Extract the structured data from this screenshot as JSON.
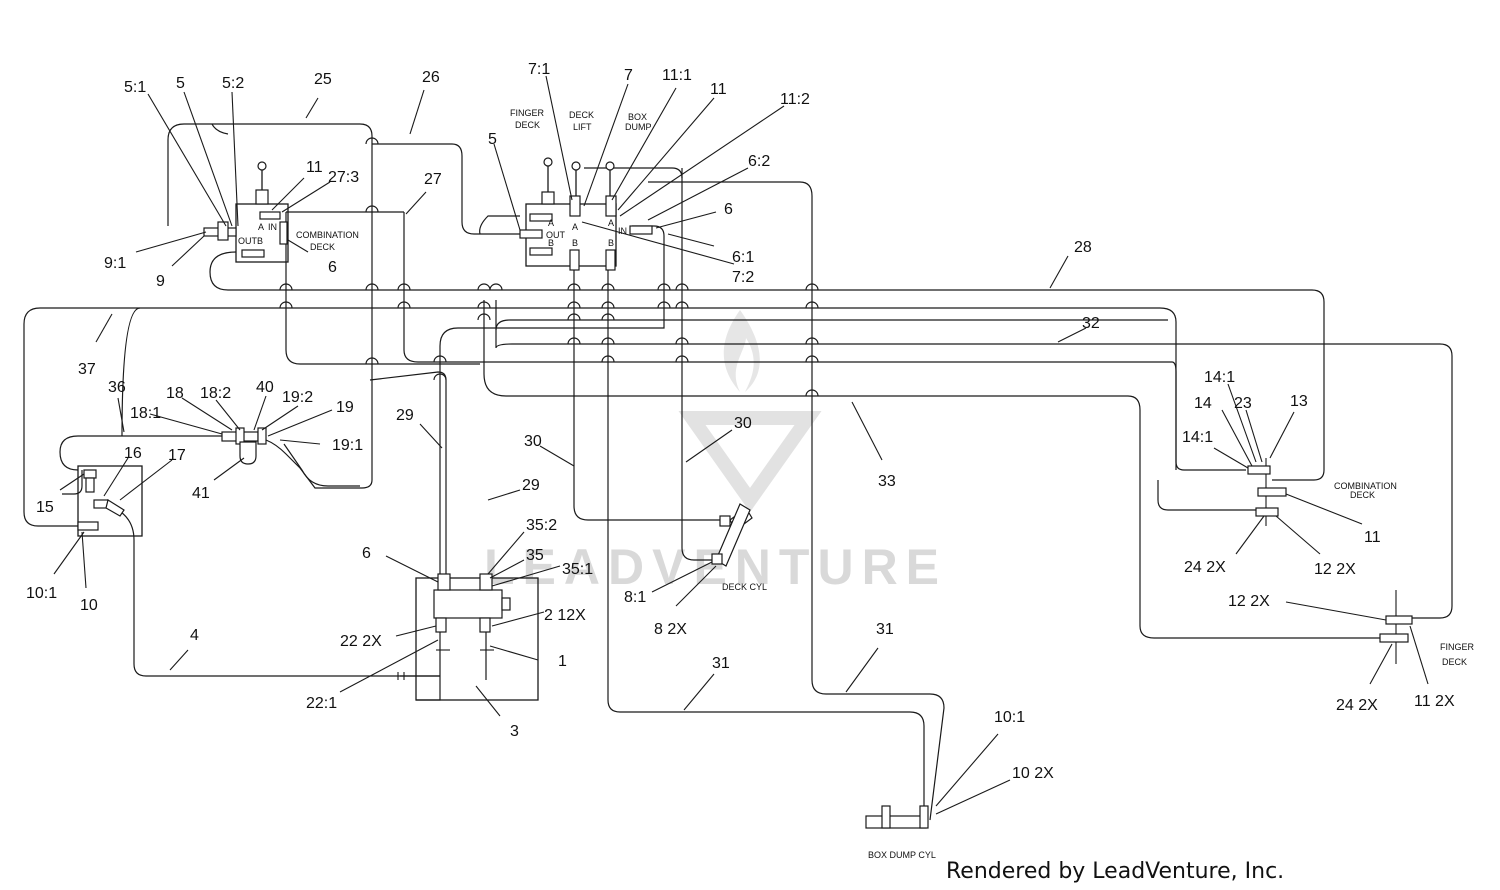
{
  "diagram": {
    "watermark": "LEADVENTURE",
    "footer": "Rendered by LeadVenture, Inc.",
    "component_labels": {
      "finger_deck_top": "FINGER\nDECK",
      "deck_lift": "DECK\nLIFT",
      "box_dump": "BOX\nDUMP",
      "combination_deck_valve": "COMBINATION\nDECK",
      "combination_deck_right": "COMBINATION\nDECK",
      "finger_deck_right": "FINGER\nDECK",
      "deck_cyl": "DECK CYL",
      "box_dump_cyl": "BOX DUMP CYL"
    },
    "port_labels": {
      "valve1_a": "A",
      "valve1_in": "IN",
      "valve1_out": "OUT",
      "valve1_b": "B",
      "valve2_a1": "A",
      "valve2_out": "OUT",
      "valve2_b1": "B",
      "valve2_a2": "A",
      "valve2_b2": "B",
      "valve2_a3": "A",
      "valve2_b3": "B",
      "valve2_in": "IN"
    },
    "callouts": [
      "5:1",
      "5",
      "5:2",
      "25",
      "26",
      "11",
      "27:3",
      "6",
      "9:1",
      "9",
      "27",
      "7:1",
      "7",
      "11:1",
      "11",
      "11:2",
      "5",
      "6:2",
      "6",
      "6:1",
      "7:2",
      "28",
      "37",
      "32",
      "36",
      "18",
      "18:2",
      "40",
      "19:2",
      "19",
      "18:1",
      "19:1",
      "16",
      "17",
      "15",
      "41",
      "10:1",
      "10",
      "29",
      "30",
      "30",
      "33",
      "29",
      "35:2",
      "6",
      "35",
      "35:1",
      "2 12X",
      "22 2X",
      "1",
      "4",
      "22:1",
      "3",
      "8:1",
      "8 2X",
      "31",
      "31",
      "10:1",
      "10 2X",
      "14:1",
      "14",
      "23",
      "13",
      "14:1",
      "11",
      "24 2X",
      "12 2X",
      "12 2X",
      "24 2X",
      "11 2X"
    ]
  }
}
